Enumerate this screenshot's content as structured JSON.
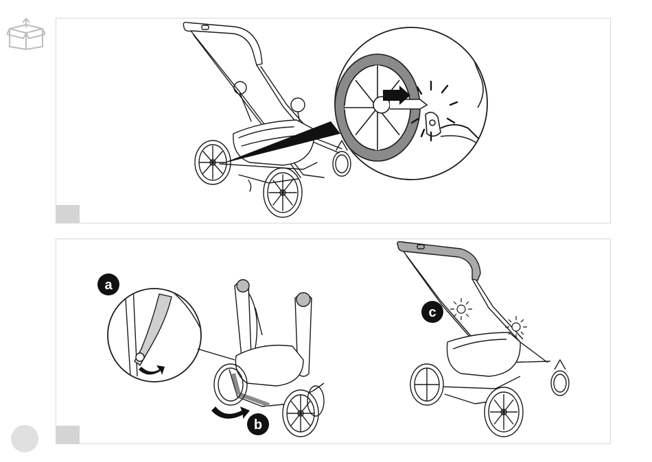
{
  "manual": {
    "step_labels": {
      "a": "a",
      "b": "b",
      "c": "c"
    },
    "icons": {
      "header": "unpack-box-icon",
      "page_marker": "page-number-circle"
    },
    "colors": {
      "line": "#1a1a1a",
      "tab": "#d4d4d4",
      "wheel_highlight": "#8a8a8a",
      "label_bg": "#111111"
    }
  }
}
